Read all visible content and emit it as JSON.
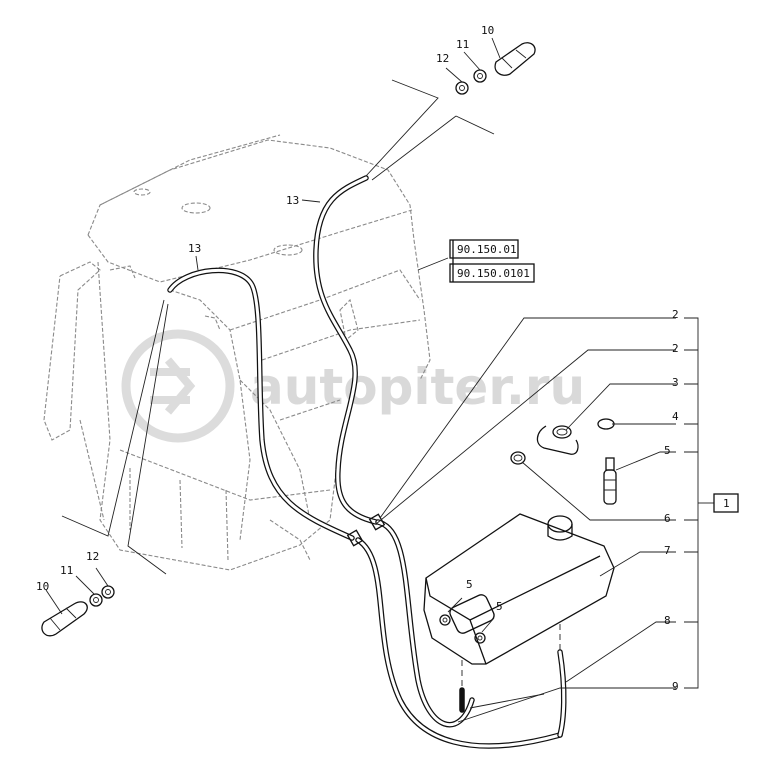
{
  "watermark": "autopiter.ru",
  "references": [
    "90.150.01",
    "90.150.0101"
  ],
  "group_label": "1",
  "callouts": {
    "c2a": "2",
    "c2b": "2",
    "c3": "3",
    "c4": "4",
    "c5r": "5",
    "c6": "6",
    "c7": "7",
    "c8": "8",
    "c9": "9",
    "c5t1": "5",
    "c5t2": "5",
    "c10t": "10",
    "c11t": "11",
    "c12t": "12",
    "c13a": "13",
    "c13b": "13",
    "c10b": "10",
    "c11b": "11",
    "c12b": "12"
  },
  "colors": {
    "line": "#111111",
    "ghost": "#8a8a8a",
    "watermark": "#d9d9d9"
  }
}
